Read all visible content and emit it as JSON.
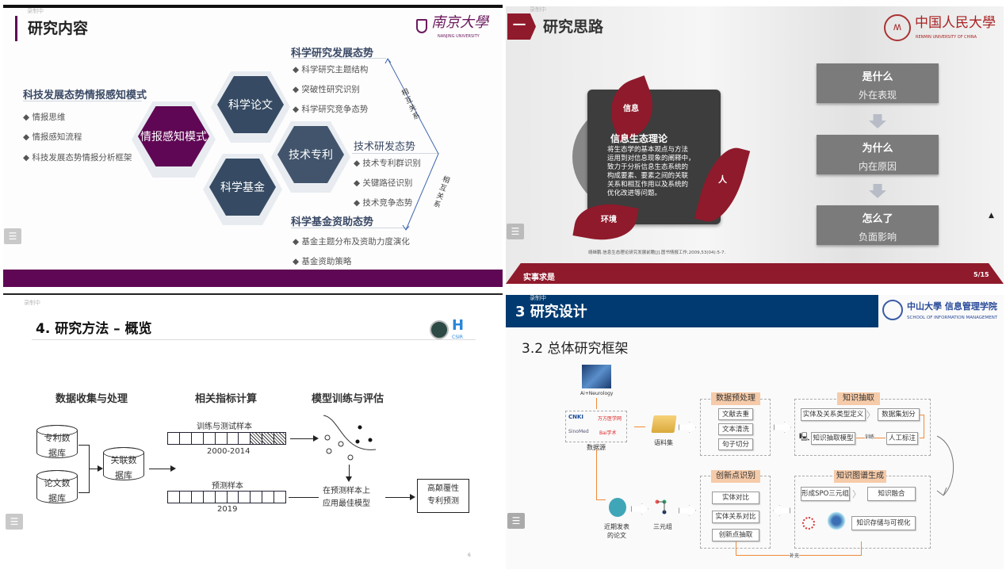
{
  "recording_label": "录制中",
  "slide1": {
    "title": "研究内容",
    "logo_cn": "南京大學",
    "logo_en": "NANJING UNIVERSITY",
    "left_heading": "科技发展态势情报感知模式",
    "left_bullets": [
      "情报思维",
      "情报感知流程",
      "科技发展态势情报分析框架"
    ],
    "hex_center": "情报感知模式",
    "hex_paper": "科学论文",
    "hex_patent": "技术专利",
    "hex_fund": "科学基金",
    "sci_heading": "科学研究发展态势",
    "sci_bullets": [
      "科学研究主题结构",
      "突破性研究识别",
      "科学研究竞争态势"
    ],
    "tech_heading": "技术研发态势",
    "tech_bullets": [
      "技术专利群识别",
      "关键路径识别",
      "技术竞争态势"
    ],
    "fund_heading": "科学基金资助态势",
    "fund_bullets": [
      "基金主题分布及资助力度演化",
      "基金资助策略"
    ],
    "relation_label": "相互关系",
    "colors": {
      "purple": "#5f0754",
      "hex_dark": "#364b63"
    }
  },
  "slide2": {
    "badge": "一",
    "title": "研究思路",
    "logo_cn": "中国人民大學",
    "logo_en": "RENMIN UNIVERSITY OF CHINA",
    "leaf_info": "信息",
    "leaf_person": "人",
    "leaf_env": "环境",
    "card_title": "信息生态理论",
    "card_body": [
      "将生态学的基本观点与方法",
      "运用到对信息现象的阐释中，",
      "致力于分析信息生态系统的",
      "构成要素、要素之间的关联",
      "关系和相互作用以及系统的",
      "优化改进等问题。"
    ],
    "citation": "靖继鹏.信息生态理论研究发展前瞻[J].图书情报工作,2009,53(04):5-7.",
    "steps": [
      {
        "q": "是什么",
        "a": "外在表现"
      },
      {
        "q": "为什么",
        "a": "内在原因"
      },
      {
        "q": "怎么了",
        "a": "负面影响"
      }
    ],
    "motto": "实事求是",
    "page": "5/15",
    "colors": {
      "red": "#8f1a2b"
    }
  },
  "slide3": {
    "title": "4. 研究方法 – 概览",
    "logo_text": "CSIR",
    "col_headers": [
      "数据收集与处理",
      "相关指标计算",
      "模型训练与评估"
    ],
    "db_patent": [
      "专利数",
      "据库"
    ],
    "db_paper": [
      "论文数",
      "据库"
    ],
    "db_link": [
      "关联数",
      "据库"
    ],
    "train_label": "训练与测试样本",
    "train_years": "2000-2014",
    "predict_label": "预测样本",
    "predict_year": "2019",
    "apply_text": [
      "在预测样本上",
      "应用最佳模型"
    ],
    "result_box": [
      "高颠覆性",
      "专利预测"
    ],
    "page": "6"
  },
  "slide4": {
    "section": "3 研究设计",
    "logo_cn": "中山大學 信息管理学院",
    "logo_en": "SCHOOL OF INFORMATION MANAGEMENT",
    "subtitle": "3.2 总体研究框架",
    "ai_label": "Ai+Neurology",
    "source_label": "数据源",
    "source_logos": [
      "CNKI",
      "万方医学网",
      "SinoMed",
      "Bai学术"
    ],
    "corpus_label": "语料集",
    "preprocess": {
      "title": "数据预处理",
      "items": [
        "文献去重",
        "文本清洗",
        "句子切分"
      ]
    },
    "extract": {
      "title": "知识抽取",
      "type_def": "实体及关系类型定义",
      "split": "数据集划分",
      "model": "知识抽取模型",
      "train": "训练",
      "annotate": "人工标注"
    },
    "kg": {
      "title": "知识图谱生成",
      "spo": "形成SPO三元组",
      "fusion": "知识融合",
      "store": "知识存储与可视化"
    },
    "innovation": {
      "title": "创新点识别",
      "items": [
        "实体对比",
        "实体关系对比",
        "创新点抽取"
      ]
    },
    "recent_papers": [
      "近期发表",
      "的论文"
    ],
    "triples": "三元组",
    "supplement": "补充",
    "colors": {
      "header_blue": "#003a70",
      "orange": "#f08a3c",
      "label_bg": "#f6cba9"
    }
  }
}
